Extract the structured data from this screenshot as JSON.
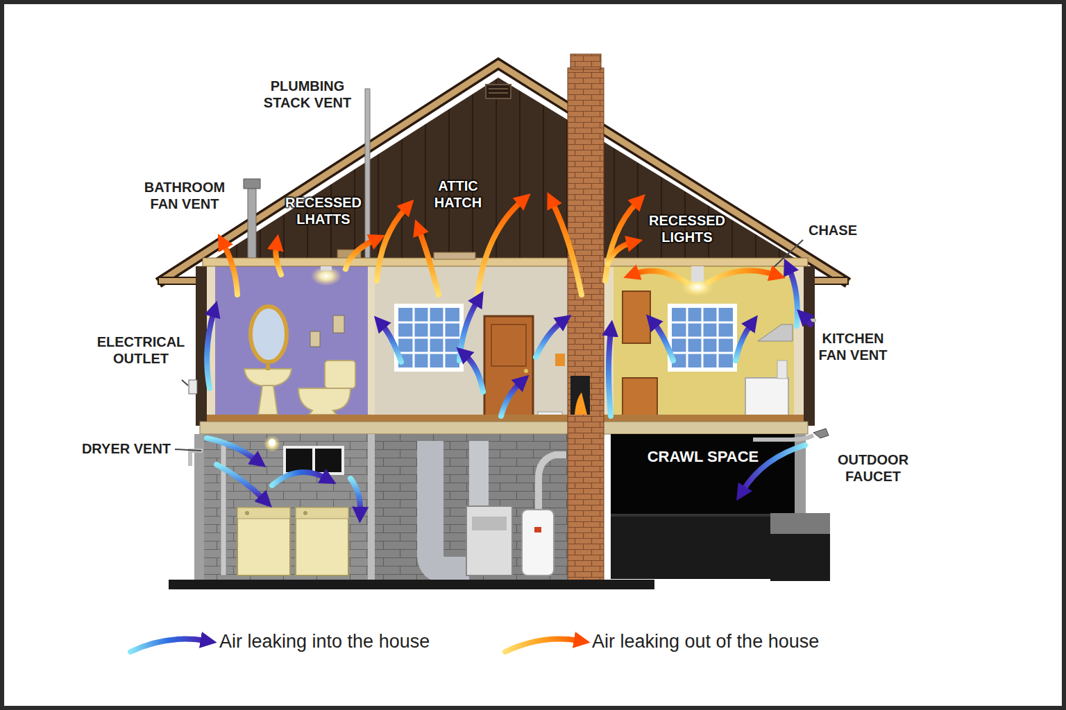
{
  "diagram": {
    "nodes": [
      {
        "text": [
          "CRAWL SPACE"
        ]
      }
    ],
    "labels": [
      "PLUMBING STACK VENT",
      "BATHROOM FAN VENT",
      "RECESSED LHATTS",
      "ATTIC HATCH",
      "RECESSED LIGHTS",
      "CHASE",
      "ELECTRICAL OUTLET",
      "KITCHEN FAN VENT",
      "DRYER VENT",
      "OUTDOOR FAUCET"
    ],
    "legend": [
      {
        "text": "Air leaking into the house"
      },
      {
        "text": "Air leaking out of the house"
      }
    ]
  }
}
